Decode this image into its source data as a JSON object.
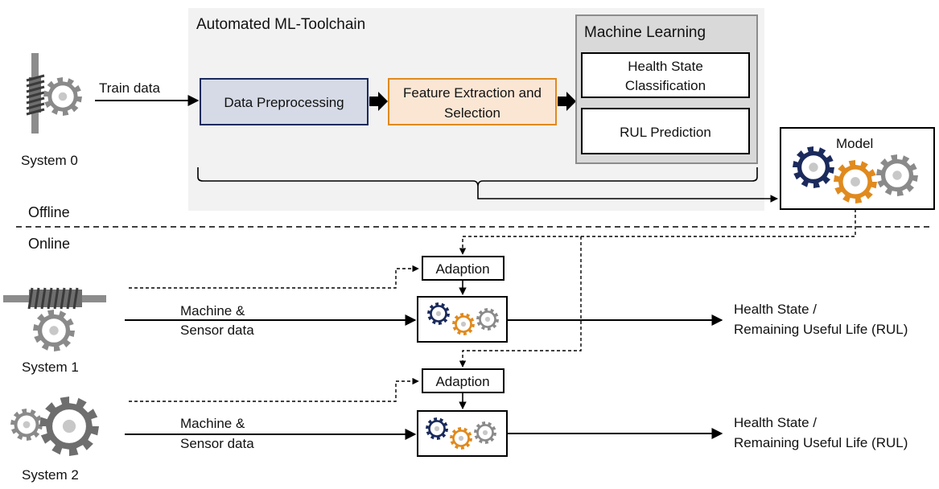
{
  "toolchain": {
    "title": "Automated ML-Toolchain",
    "train_label": "Train data",
    "preprocessing": "Data Preprocessing",
    "feature_line1": "Feature Extraction and",
    "feature_line2": "Selection",
    "ml_title": "Machine Learning",
    "health_line1": "Health State",
    "health_line2": "Classification",
    "rul": "RUL Prediction"
  },
  "model": {
    "label": "Model"
  },
  "sections": {
    "offline": "Offline",
    "online": "Online"
  },
  "systems": [
    {
      "name": "System 0"
    },
    {
      "name": "System 1",
      "adaption": "Adaption",
      "input_line1": "Machine &",
      "input_line2": "Sensor data",
      "output_line1": "Health State /",
      "output_line2": "Remaining Useful Life (RUL)"
    },
    {
      "name": "System 2",
      "adaption": "Adaption",
      "input_line1": "Machine &",
      "input_line2": "Sensor data",
      "output_line1": "Health State /",
      "output_line2": "Remaining Useful Life (RUL)"
    }
  ],
  "colors": {
    "navy": "#1b2a5c",
    "orange": "#e08a1e",
    "gray": "#8a8a8a",
    "preprocessing_fill": "#d5dae6",
    "feature_fill": "#fbe6d4",
    "toolchain_bg": "#f2f2f2",
    "ml_bg": "#d9d9d9"
  },
  "icons": [
    "worm-gear-icon",
    "gear-pair-icon",
    "gear-trio-icon"
  ]
}
